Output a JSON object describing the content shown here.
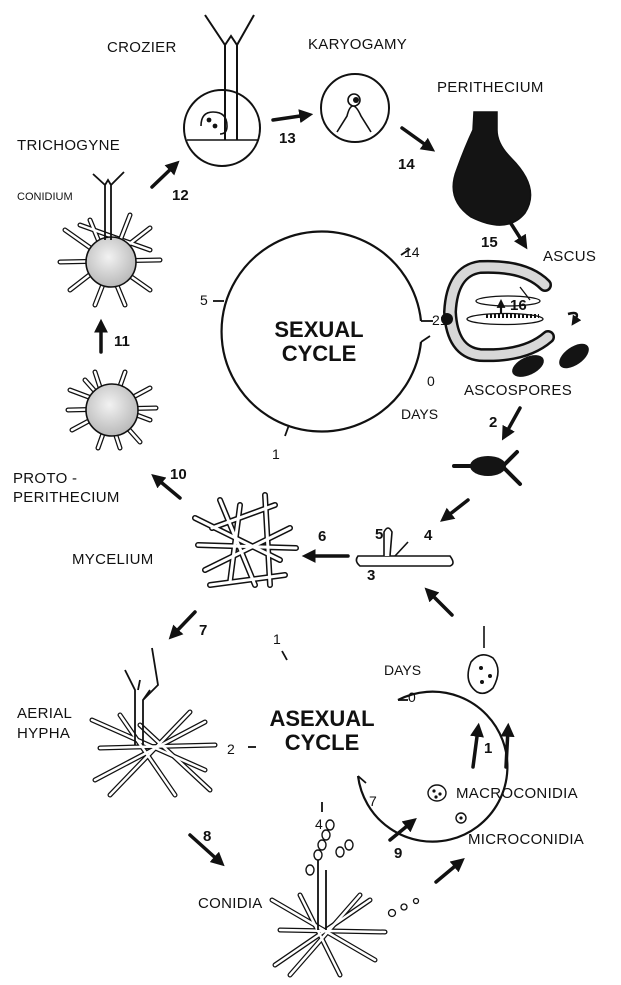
{
  "stages": {
    "crozier": "CROZIER",
    "karyogamy": "KARYOGAMY",
    "perithecium": "PERITHECIUM",
    "trichogyne": "TRICHOGYNE",
    "conidium": "CONIDIUM",
    "ascus": "ASCUS",
    "ascospores": "ASCOSPORES",
    "protoperithecium_1": "PROTO -",
    "protoperithecium_2": "PERITHECIUM",
    "mycelium": "MYCELIUM",
    "aerial_hypha_1": "AERIAL",
    "aerial_hypha_2": "HYPHA",
    "conidia": "CONIDIA",
    "macroconidia": "MACROCONIDIA",
    "microconidia": "MICROCONIDIA"
  },
  "sexual_cycle": {
    "title_1": "SEXUAL",
    "title_2": "CYCLE",
    "units": "DAYS",
    "ticks": [
      "0",
      "1",
      "5",
      "14",
      "21"
    ]
  },
  "asexual_cycle": {
    "title_1": "ASEXUAL",
    "title_2": "CYCLE",
    "units": "DAYS",
    "ticks": [
      "0",
      "1",
      "2",
      "4",
      "7"
    ]
  },
  "step_numbers": {
    "s1": "1",
    "s2": "2",
    "s3": "3",
    "s4": "4",
    "s5": "5",
    "s6": "6",
    "s7": "7",
    "s8": "8",
    "s9": "9",
    "s10": "10",
    "s11": "11",
    "s12": "12",
    "s13": "13",
    "s14": "14",
    "s15": "15",
    "s16": "16"
  },
  "colors": {
    "ink": "#111111",
    "paper": "#ffffff",
    "stipple": "#cfcfcf"
  }
}
